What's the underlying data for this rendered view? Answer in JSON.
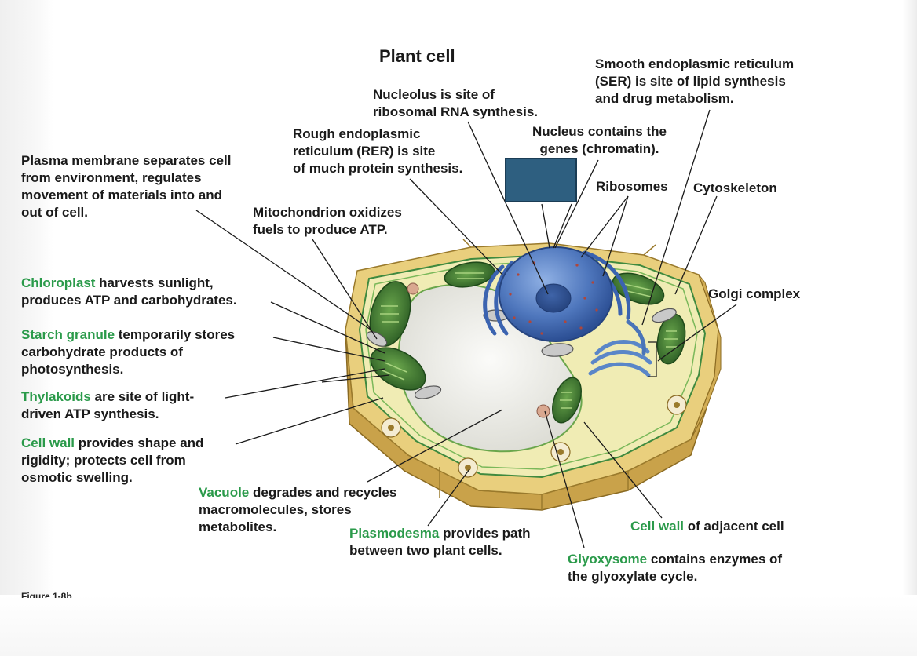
{
  "title": "Plant cell",
  "figure_caption": "Figure 1-8b",
  "colors": {
    "green_label": "#2a9a4a",
    "label_box": "#2e5f80",
    "cell_wall": "#e6c46a",
    "cytoplasm": "#f0ecb4",
    "vacuole": "#f1f1ee",
    "nucleus": "#4a72b8",
    "chloroplast": "#3f7a33"
  },
  "labels": {
    "nucleolus": {
      "lines": [
        "Nucleolus is site of",
        "ribosomal RNA synthesis."
      ]
    },
    "ser": {
      "lines": [
        "Smooth endoplasmic reticulum",
        "(SER) is site of lipid synthesis",
        "and drug metabolism."
      ]
    },
    "rer": {
      "lines": [
        "Rough endoplasmic",
        "reticulum (RER) is site",
        "of much protein synthesis."
      ]
    },
    "nucleus": {
      "lines": [
        "Nucleus contains the",
        "genes (chromatin)."
      ]
    },
    "plasma_membrane": {
      "lines": [
        "Plasma membrane separates cell",
        "from environment, regulates",
        "movement of materials into and",
        "out of cell."
      ]
    },
    "ribosomes": {
      "lines": [
        "Ribosomes"
      ]
    },
    "cytoskeleton": {
      "lines": [
        "Cytoskeleton"
      ]
    },
    "mitochondrion": {
      "lines": [
        "Mitochondrion oxidizes",
        "fuels to produce ATP."
      ]
    },
    "golgi": {
      "lines": [
        "Golgi complex"
      ]
    },
    "chloroplast": {
      "term": "Chloroplast",
      "rest": " harvests sunlight,",
      "lines": [
        "produces ATP and carbohydrates."
      ]
    },
    "starch": {
      "term": "Starch granule",
      "rest": " temporarily stores",
      "lines": [
        "carbohydrate products of",
        "photosynthesis."
      ]
    },
    "thylakoids": {
      "term": "Thylakoids",
      "rest": " are site of light-",
      "lines": [
        "driven ATP synthesis."
      ]
    },
    "cell_wall": {
      "term": "Cell wall",
      "rest": " provides shape and",
      "lines": [
        "rigidity; protects cell from",
        "osmotic swelling."
      ]
    },
    "vacuole": {
      "term": "Vacuole",
      "rest": " degrades and recycles",
      "lines": [
        "macromolecules, stores",
        "metabolites."
      ]
    },
    "plasmodesma": {
      "term": "Plasmodesma",
      "rest": " provides path",
      "lines": [
        "between two plant cells."
      ]
    },
    "cell_wall_adjacent": {
      "term": "Cell wall",
      "rest": " of adjacent cell",
      "lines": []
    },
    "glyoxysome": {
      "term": "Glyoxysome",
      "rest": " contains enzymes of",
      "lines": [
        "the glyoxylate cycle."
      ]
    }
  }
}
